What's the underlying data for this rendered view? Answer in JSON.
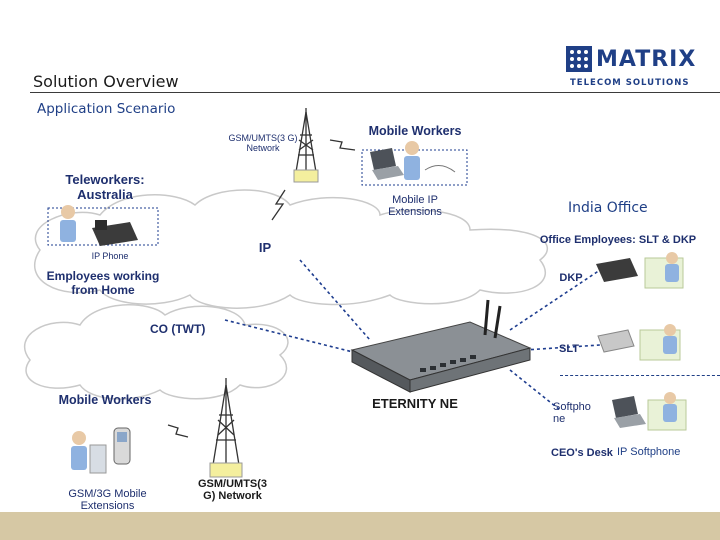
{
  "header": {
    "title": "Solution Overview",
    "subtitle": "Application Scenario"
  },
  "logo": {
    "name": "MATRIX",
    "tagline": "TELECOM SOLUTIONS",
    "icon": "matrix-logo-icon",
    "color": "#1f3f86"
  },
  "nodes": {
    "gsm_top": "GSM/UMTS(3 G) Network",
    "mobile_workers_top": "Mobile Workers",
    "mobile_ip_ext": "Mobile IP Extensions",
    "teleworkers": "Teleworkers: Australia",
    "ip_phone": "IP Phone",
    "employees_home": "Employees working from Home",
    "ip_cloud": "IP",
    "co_cloud": "CO (TWT)",
    "india_office": "India Office",
    "office_employees": "Office Employees: SLT & DKP",
    "dkp": "DKP",
    "slt": "SLT",
    "eternity": "ETERNITY NE",
    "softphone": "Softpho ne",
    "ceo_desk": "CEO's Desk",
    "ip_softphone": "IP Softphone",
    "mobile_workers_bottom": "Mobile Workers",
    "gsm_3g_ext": "GSM/3G Mobile Extensions",
    "gsm_bottom": "GSM/UMTS(3 G) Network"
  },
  "colors": {
    "label": "#1e2f6e",
    "cloud_fill": "#ffffff",
    "cloud_stroke": "#c9c9c9",
    "accent_blue": "#1f3f86",
    "dashed_line": "#1e3d8f",
    "tower": "#333333",
    "bottom_bar": "#d6c8a4"
  }
}
